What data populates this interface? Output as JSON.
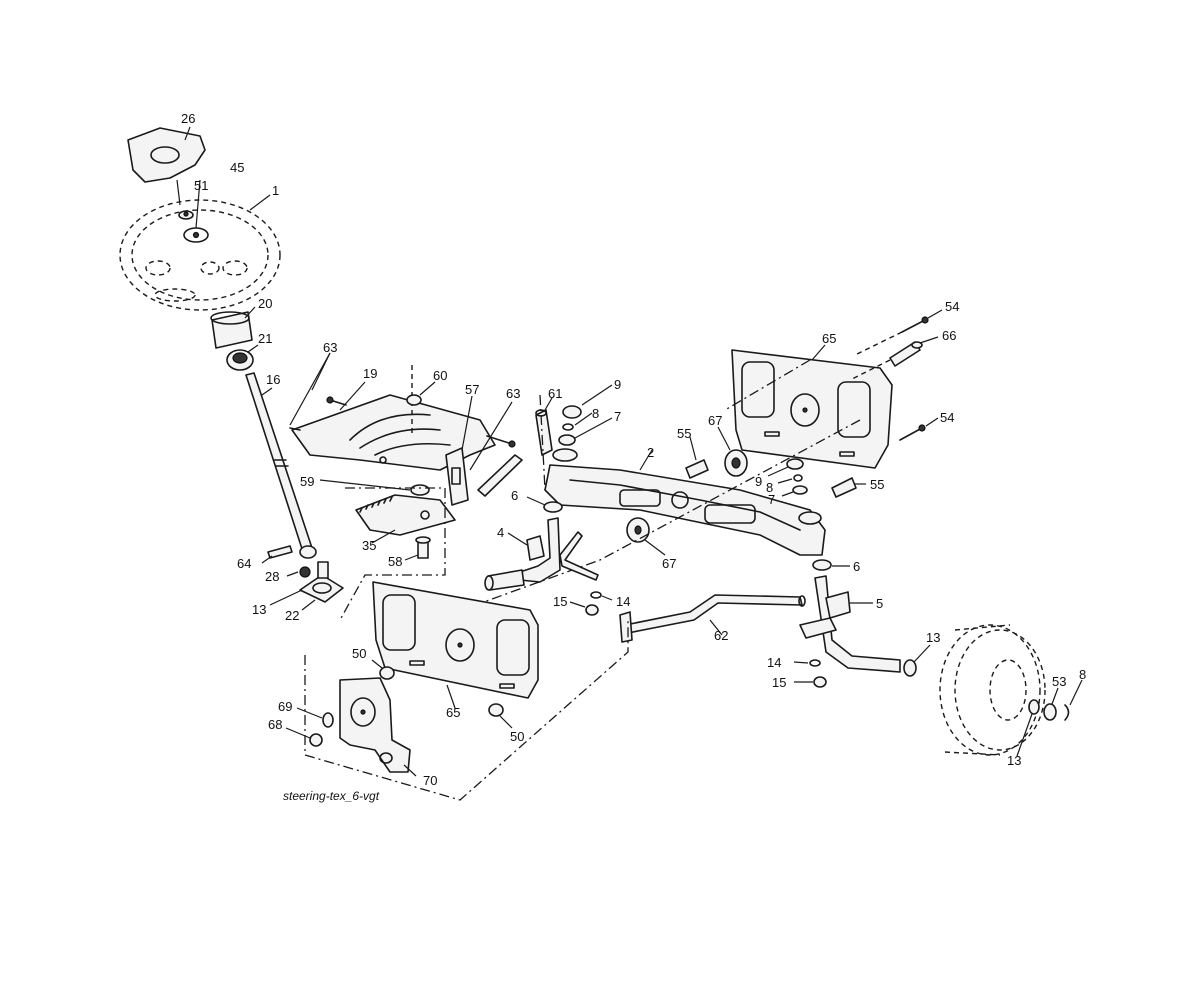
{
  "caption": "steering-tex_6-vgt",
  "callouts": [
    "26",
    "51",
    "45",
    "1",
    "20",
    "21",
    "16",
    "63",
    "19",
    "60",
    "57",
    "63",
    "61",
    "9",
    "8",
    "7",
    "2",
    "55",
    "67",
    "65",
    "54",
    "66",
    "54",
    "59",
    "6",
    "9",
    "8",
    "7",
    "55",
    "4",
    "35",
    "67",
    "58",
    "64",
    "28",
    "13",
    "22",
    "6",
    "15",
    "14",
    "5",
    "62",
    "13",
    "14",
    "15",
    "50",
    "65",
    "50",
    "69",
    "68",
    "70",
    "53",
    "8",
    "13"
  ]
}
